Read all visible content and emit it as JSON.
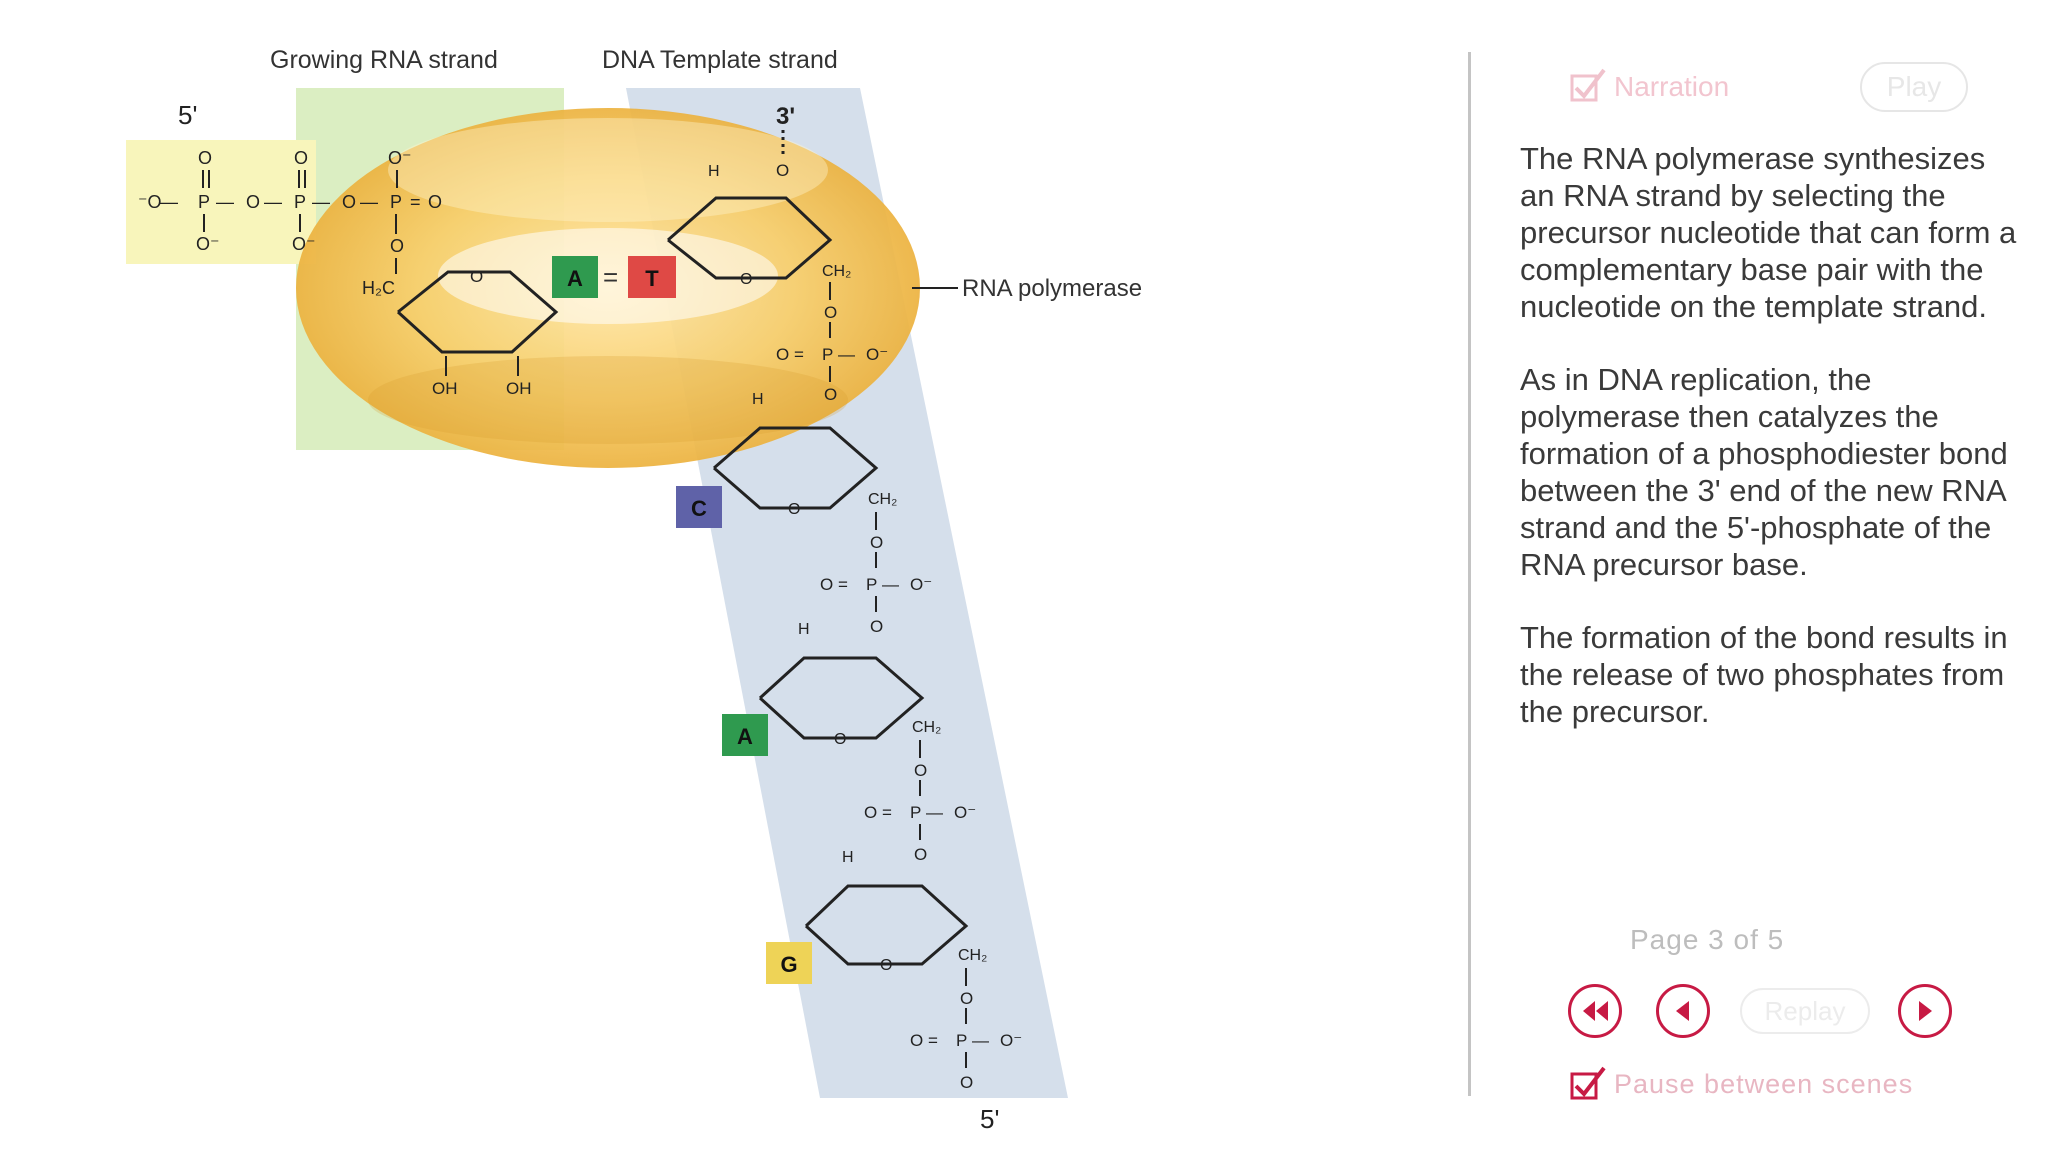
{
  "labels": {
    "growing_rna": "Growing RNA strand",
    "dna_template": "DNA Template strand",
    "five_prime_top": "5'",
    "three_prime_top": "3'",
    "five_prime_bottom": "5'",
    "rna_polymerase": "RNA polymerase"
  },
  "bases": {
    "rna_pair": "A",
    "dna_pair": "T",
    "base2": "C",
    "base3": "A",
    "base4": "G"
  },
  "chem": {
    "o": "O",
    "p": "P",
    "o_minus": "O⁻",
    "minus_o": "⁻O",
    "h": "H",
    "oh": "OH",
    "ch2": "CH₂",
    "h2c": "H₂C",
    "double_bond": "=",
    "single_bond": "—"
  },
  "colors": {
    "base_a": "#2f9a4f",
    "base_t": "#df4945",
    "base_c": "#5f62a8",
    "base_g": "#eed357",
    "accent": "#c71a44"
  },
  "controls": {
    "narration_label": "Narration",
    "play_label": "Play",
    "replay_label": "Replay",
    "pause_label": "Pause between scenes",
    "page_indicator": "Page 3 of 5"
  },
  "narrative": [
    "The RNA polymerase synthesizes an RNA strand by selecting the precursor nucleotide that can form a complementary base pair with the nucleotide on the template strand.",
    "As in DNA replication, the polymerase then catalyzes the formation of a phosphodiester bond between the 3' end of the new RNA strand and the 5'-phosphate of the RNA precursor base.",
    "The formation of the bond results in the release of two phosphates from the precursor."
  ],
  "icons": {
    "narration_checkbox": "checkbox-checked-icon",
    "pause_checkbox": "checkbox-checked-icon",
    "rewind": "rewind-icon",
    "back": "back-icon",
    "forward": "forward-icon"
  }
}
